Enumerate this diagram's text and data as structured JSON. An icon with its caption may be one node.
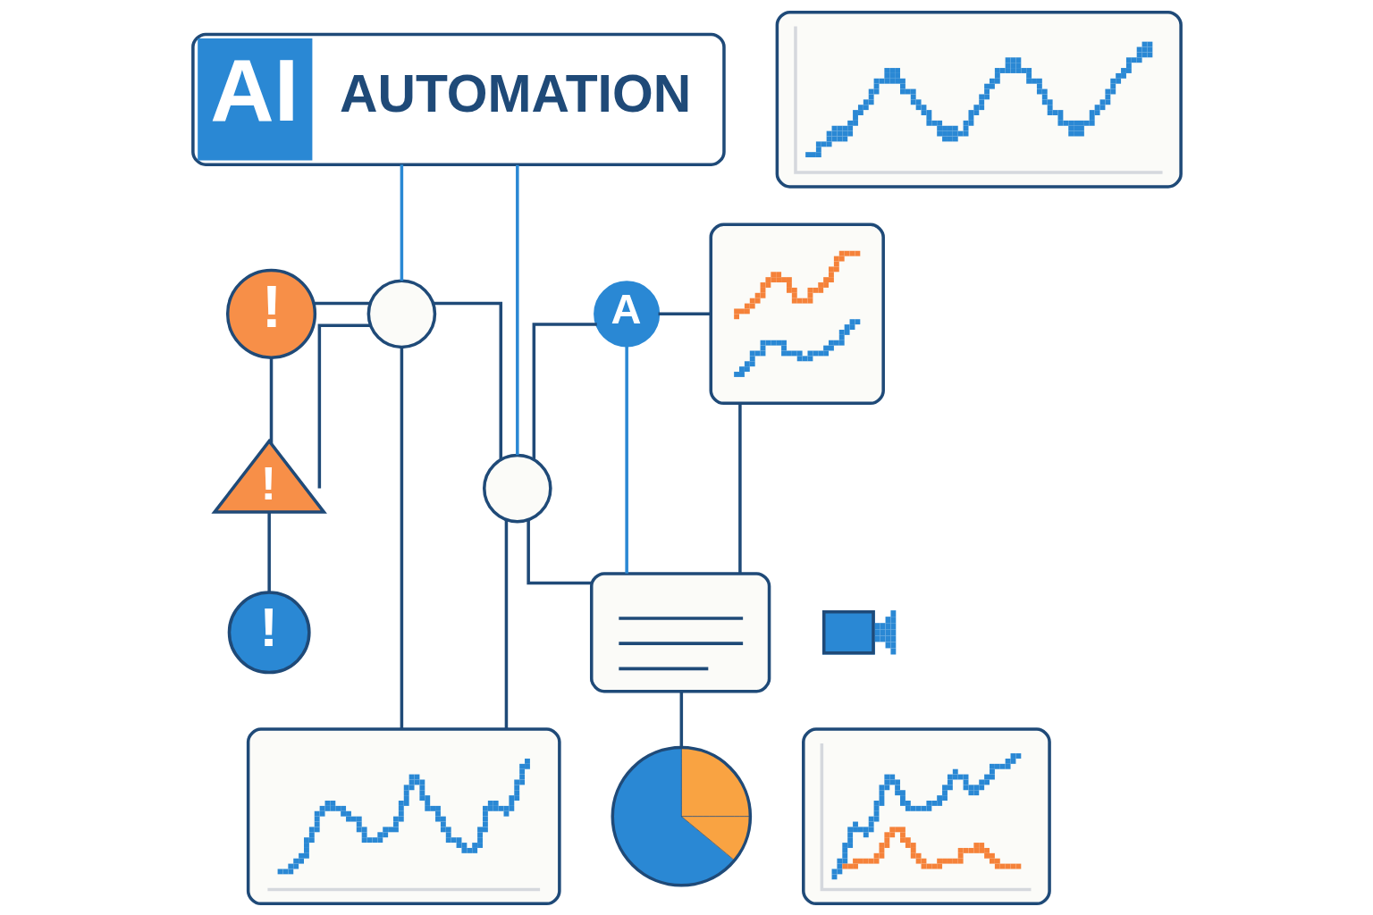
{
  "diagram": {
    "nodes": [
      {
        "text": [
          "AI",
          "AUTOMATION"
        ]
      },
      {
        "text": [],
        "shape": "picture"
      },
      {
        "text": [
          "!"
        ]
      },
      {
        "text": [],
        "shape": "circle"
      },
      {
        "text": [
          "!"
        ]
      },
      {
        "text": [],
        "shape": "circle"
      },
      {
        "text": [
          "A"
        ]
      },
      {
        "text": [],
        "shape": "picture"
      },
      {
        "text": [],
        "shape": "picture"
      },
      {
        "text": [],
        "shape": "box"
      },
      {
        "text": [
          "!"
        ]
      },
      {
        "text": [],
        "shape": "picture"
      },
      {
        "text": [],
        "shape": "picture"
      },
      {
        "text": [],
        "shape": "picture"
      }
    ],
    "edges": [
      {
        "from": 0,
        "to": 3,
        "arrow": "none",
        "color": "#2a88d4"
      },
      {
        "from": 0,
        "to": 5,
        "arrow": "none",
        "color": "#2a88d4"
      },
      {
        "from": 2,
        "to": 3,
        "arrow": "none"
      },
      {
        "from": 3,
        "to": 5,
        "arrow": "none"
      },
      {
        "from": 3,
        "to": 11,
        "arrow": "none"
      },
      {
        "from": 5,
        "to": 11,
        "arrow": "none"
      },
      {
        "from": 2,
        "to": 4,
        "arrow": "none"
      },
      {
        "from": 3,
        "to": 4,
        "arrow": "none"
      },
      {
        "from": 4,
        "to": 10,
        "arrow": "none"
      },
      {
        "from": 6,
        "to": 5,
        "arrow": "none"
      },
      {
        "from": 6,
        "to": 9,
        "arrow": "none",
        "color": "#2a88d4"
      },
      {
        "from": 5,
        "to": 9,
        "arrow": "none"
      },
      {
        "from": 6,
        "to": 7,
        "arrow": "none"
      },
      {
        "from": 7,
        "to": 9,
        "arrow": "none"
      },
      {
        "from": 9,
        "to": 12,
        "arrow": "none"
      }
    ]
  }
}
